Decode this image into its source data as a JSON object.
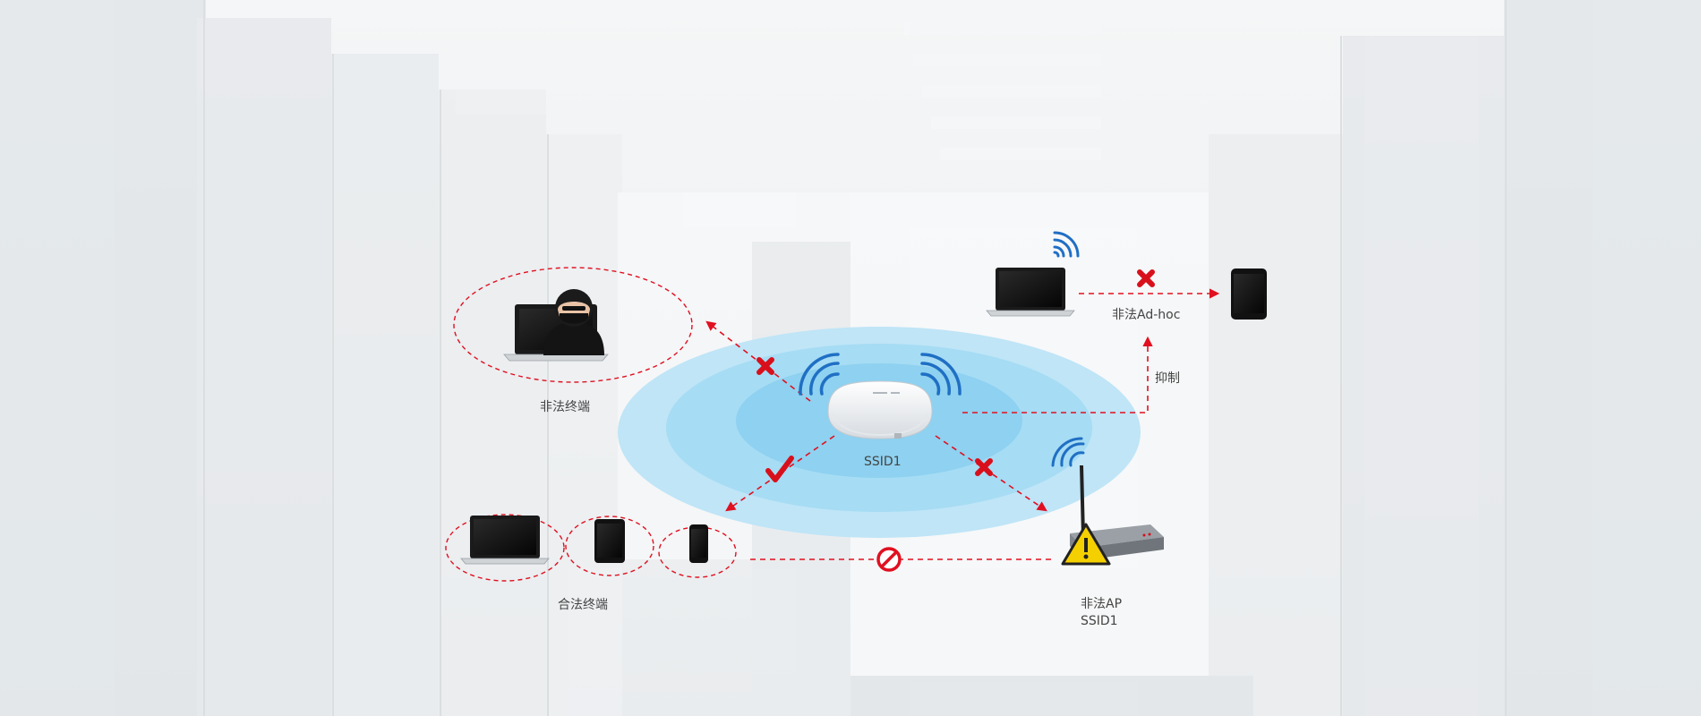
{
  "labels": {
    "illegal_terminal": "非法终端",
    "legal_terminal": "合法终端",
    "ap_ssid": "SSID1",
    "illegal_adhoc": "非法Ad-hoc",
    "suppress": "抑制",
    "illegal_ap_line1": "非法AP",
    "illegal_ap_line2": "SSID1"
  },
  "colors": {
    "accent_red": "#e01020",
    "signal_blue": "#1f6fc4",
    "coverage_light": "#bfe5f7",
    "coverage_mid": "#a6dcf4",
    "coverage_inner": "#8ed1f0",
    "warning_yellow": "#f5d000"
  },
  "icons": [
    "access-point-icon",
    "wifi-signal-icon",
    "laptop-icon",
    "hacker-icon",
    "tablet-icon",
    "phone-icon",
    "rogue-router-icon",
    "warning-icon",
    "cross-icon",
    "check-icon",
    "prohibited-icon"
  ]
}
